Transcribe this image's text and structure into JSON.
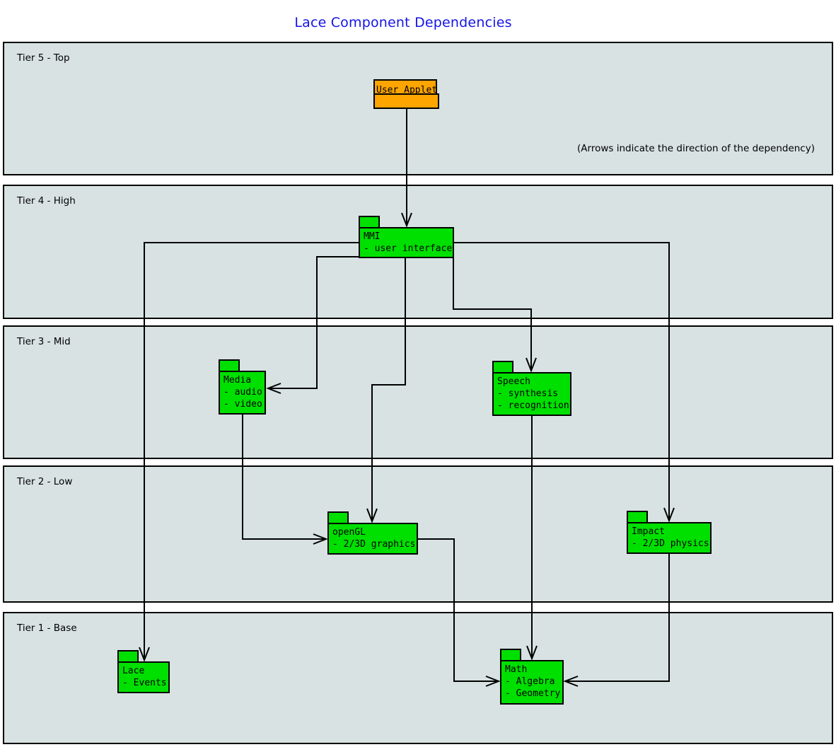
{
  "title": "Lace Component Dependencies",
  "note": "(Arrows indicate the direction of the dependency)",
  "colors": {
    "tier_background": "#d8e2e2",
    "component_green": "#00e000",
    "component_orange": "#ffa500",
    "title_blue": "#1414e6",
    "line_black": "#000000"
  },
  "tiers": [
    {
      "label": "Tier 5 - Top"
    },
    {
      "label": "Tier 4 - High"
    },
    {
      "label": "Tier 3 - Mid"
    },
    {
      "label": "Tier 2 - Low"
    },
    {
      "label": "Tier 1 - Base"
    }
  ],
  "components": [
    {
      "name": "User Applet",
      "details": []
    },
    {
      "name": "MMI",
      "details": [
        "- user interface"
      ]
    },
    {
      "name": "Media",
      "details": [
        "- audio",
        "- video"
      ]
    },
    {
      "name": "Speech",
      "details": [
        "- synthesis",
        "- recognition"
      ]
    },
    {
      "name": "openGL",
      "details": [
        "- 2/3D graphics"
      ]
    },
    {
      "name": "Impact",
      "details": [
        "- 2/3D physics"
      ]
    },
    {
      "name": "Lace",
      "details": [
        "- Events"
      ]
    },
    {
      "name": "Math",
      "details": [
        "- Algebra",
        "- Geometry"
      ]
    }
  ],
  "edges": [
    {
      "from": "User Applet",
      "to": "MMI"
    },
    {
      "from": "MMI",
      "to": "Lace"
    },
    {
      "from": "MMI",
      "to": "Media"
    },
    {
      "from": "MMI",
      "to": "openGL"
    },
    {
      "from": "MMI",
      "to": "Speech"
    },
    {
      "from": "MMI",
      "to": "Impact"
    },
    {
      "from": "Media",
      "to": "openGL"
    },
    {
      "from": "Speech",
      "to": "Math"
    },
    {
      "from": "openGL",
      "to": "Math"
    },
    {
      "from": "Impact",
      "to": "Math"
    }
  ]
}
